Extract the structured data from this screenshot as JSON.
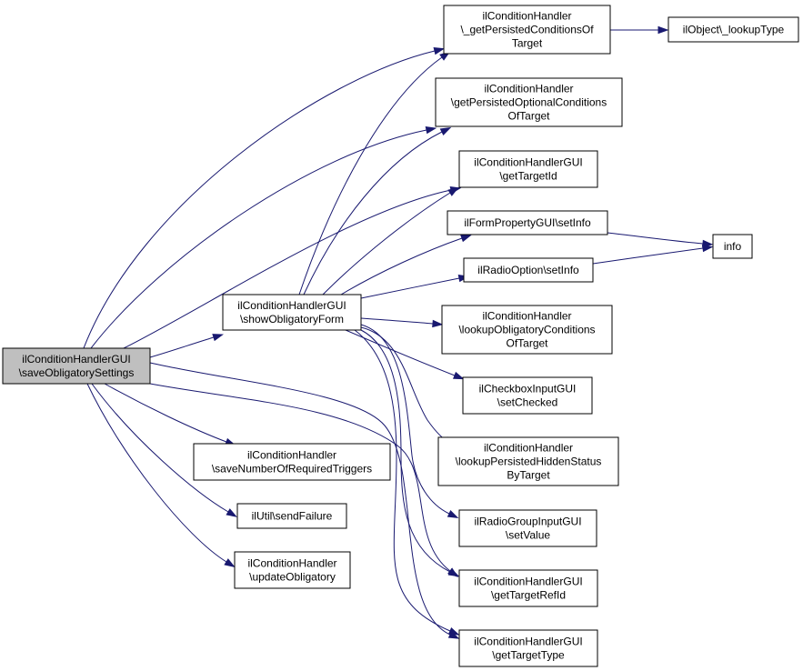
{
  "nodes": [
    {
      "id": "root",
      "lines": [
        "ilConditionHandlerGUI",
        "\\saveObligatorySettings"
      ],
      "highlight": true
    },
    {
      "id": "show",
      "lines": [
        "ilConditionHandlerGUI",
        "\\showObligatoryForm"
      ]
    },
    {
      "id": "gpc",
      "lines": [
        "ilConditionHandler",
        "\\_getPersistedConditionsOf",
        "Target"
      ]
    },
    {
      "id": "lookup",
      "lines": [
        "ilObject\\_lookupType"
      ]
    },
    {
      "id": "gpoc",
      "lines": [
        "ilConditionHandler",
        "\\getPersistedOptionalConditions",
        "OfTarget"
      ]
    },
    {
      "id": "gtid",
      "lines": [
        "ilConditionHandlerGUI",
        "\\getTargetId"
      ]
    },
    {
      "id": "fpsi",
      "lines": [
        "ilFormPropertyGUI\\setInfo"
      ]
    },
    {
      "id": "info",
      "lines": [
        "info"
      ]
    },
    {
      "id": "rosi",
      "lines": [
        "ilRadioOption\\setInfo"
      ]
    },
    {
      "id": "loc",
      "lines": [
        "ilConditionHandler",
        "\\lookupObligatoryConditions",
        "OfTarget"
      ]
    },
    {
      "id": "cbsc",
      "lines": [
        "ilCheckboxInputGUI",
        "\\setChecked"
      ]
    },
    {
      "id": "lphs",
      "lines": [
        "ilConditionHandler",
        "\\lookupPersistedHiddenStatus",
        "ByTarget"
      ]
    },
    {
      "id": "rgsv",
      "lines": [
        "ilRadioGroupInputGUI",
        "\\setValue"
      ]
    },
    {
      "id": "gtrid",
      "lines": [
        "ilConditionHandlerGUI",
        "\\getTargetRefId"
      ]
    },
    {
      "id": "gtt",
      "lines": [
        "ilConditionHandlerGUI",
        "\\getTargetType"
      ]
    },
    {
      "id": "snrt",
      "lines": [
        "ilConditionHandler",
        "\\saveNumberOfRequiredTriggers"
      ]
    },
    {
      "id": "sf",
      "lines": [
        "ilUtil\\sendFailure"
      ]
    },
    {
      "id": "uo",
      "lines": [
        "ilConditionHandler",
        "\\updateObligatory"
      ]
    }
  ],
  "edges": [
    {
      "from": "root",
      "to": "show"
    },
    {
      "from": "root",
      "to": "gpc"
    },
    {
      "from": "root",
      "to": "gpoc"
    },
    {
      "from": "root",
      "to": "gtid"
    },
    {
      "from": "root",
      "to": "snrt"
    },
    {
      "from": "root",
      "to": "sf"
    },
    {
      "from": "root",
      "to": "uo"
    },
    {
      "from": "root",
      "to": "gtrid"
    },
    {
      "from": "root",
      "to": "gtt"
    },
    {
      "from": "show",
      "to": "gpc"
    },
    {
      "from": "show",
      "to": "gpoc"
    },
    {
      "from": "show",
      "to": "gtid"
    },
    {
      "from": "show",
      "to": "fpsi"
    },
    {
      "from": "show",
      "to": "rosi"
    },
    {
      "from": "show",
      "to": "loc"
    },
    {
      "from": "show",
      "to": "cbsc"
    },
    {
      "from": "show",
      "to": "lphs"
    },
    {
      "from": "show",
      "to": "rgsv"
    },
    {
      "from": "show",
      "to": "gtrid"
    },
    {
      "from": "show",
      "to": "gtt"
    },
    {
      "from": "gpc",
      "to": "lookup"
    },
    {
      "from": "fpsi",
      "to": "info"
    },
    {
      "from": "rosi",
      "to": "info"
    }
  ],
  "colors": {
    "edge": "#191970",
    "highlight_fill": "#bfbfbf",
    "node_fill": "#ffffff"
  }
}
